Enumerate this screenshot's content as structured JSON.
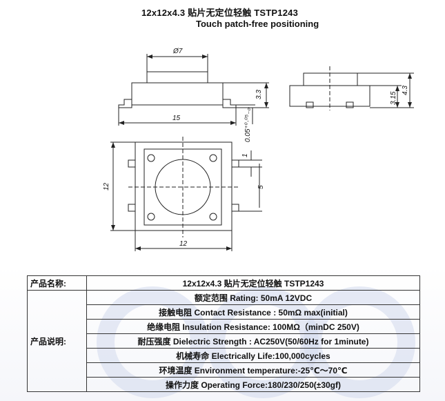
{
  "title": {
    "line1": "12x12x4.3 贴片无定位轻触 TSTP1243",
    "line2": "Touch patch-free positioning"
  },
  "dimensions": {
    "top_diameter": "Ø7",
    "side_height_a": "3.3",
    "side_width": "15",
    "side_height_b": "3.15",
    "side_height_c": "4.3",
    "tolerance": "0.05⁺⁰·⁰⁵₋₀",
    "plan_height": "12",
    "plan_width": "12",
    "terminal_width": "1",
    "terminal_pitch": "5"
  },
  "spec_table": {
    "name_label": "产品名称:",
    "name_value": "12x12x4.3 贴片无定位轻触 TSTP1243",
    "desc_label": "产品说明:",
    "rows": [
      "额定范围 Rating: 50mA 12VDC",
      "接触电阻 Contact Resistance : 50mΩ max(initial)",
      "绝缘电阻 Insulation Resistance: 100MΩ（minDC 250V)",
      "耐压强度 Dielectric Strength : AC250V(50/60Hz for 1minute)",
      "机械寿命 Electrically Life:100,000cycles",
      "环境温度 Environment temperature:-25℃～70℃",
      "操作力度 Operating Force:180/230/250(±30gf)"
    ]
  }
}
